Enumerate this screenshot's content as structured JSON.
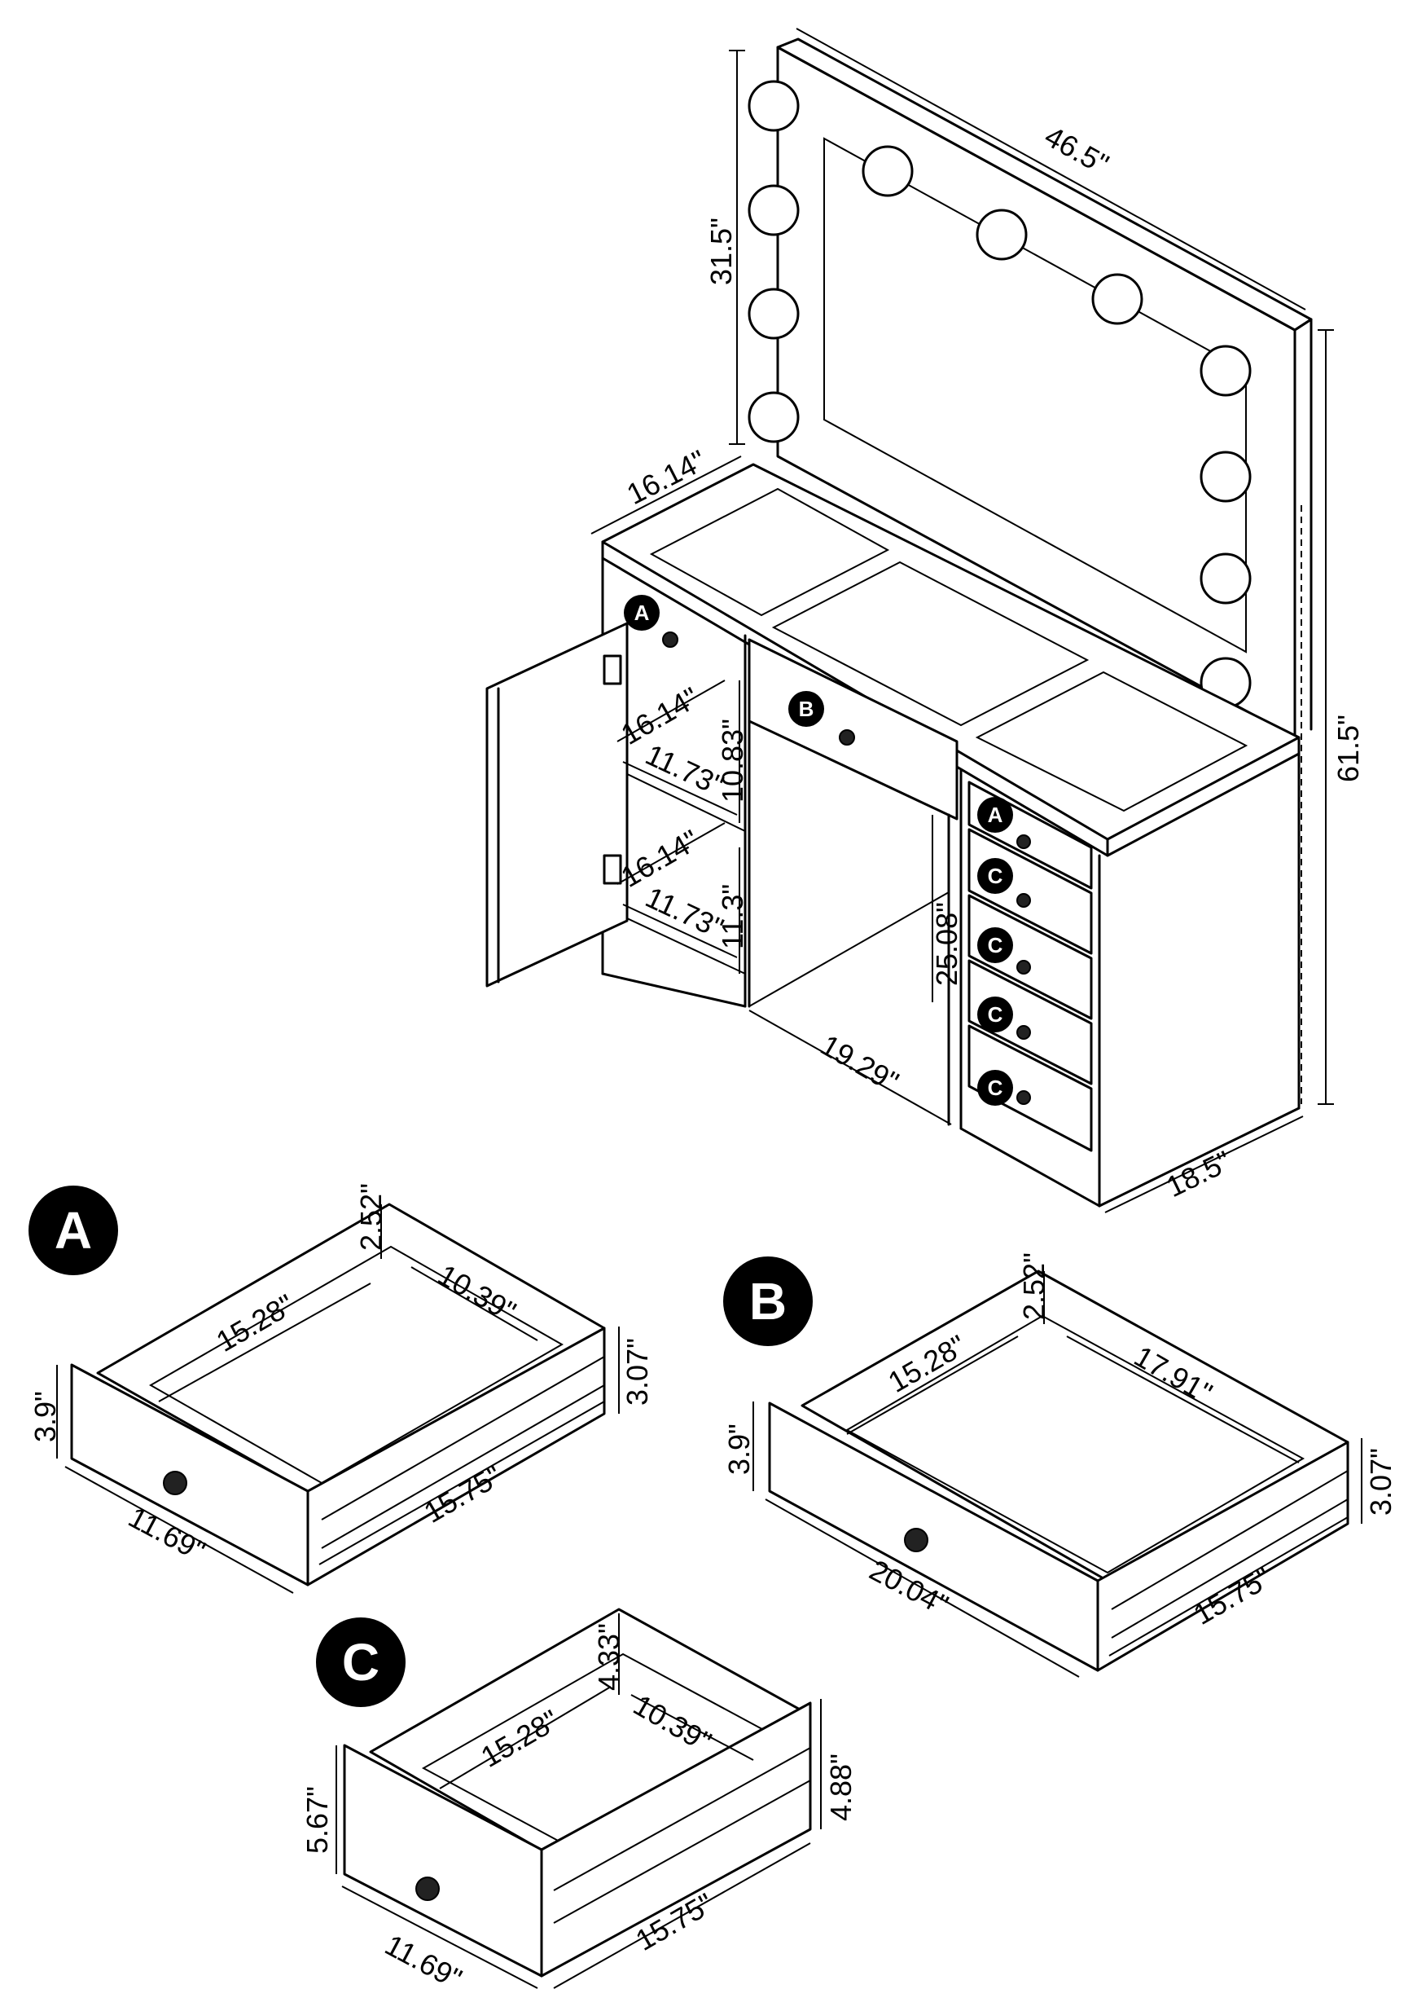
{
  "vanity": {
    "dims": {
      "mirror_width": "46.5\"",
      "mirror_height": "31.5\"",
      "total_height": "61.5\"",
      "top_depth": "16.14\"",
      "cabinet_depth": "18.5\"",
      "knee_width": "19.29\"",
      "knee_height": "25.08\"",
      "shelf_upper_height": "10.83\"",
      "shelf_upper_depth": "16.14\"",
      "shelf_upper_width": "11.73\"",
      "shelf_lower_height": "11.3\"",
      "shelf_lower_depth": "16.14\"",
      "shelf_lower_width": "11.73\""
    },
    "drawer_badges": [
      "A",
      "B",
      "A",
      "C",
      "C",
      "C",
      "C"
    ]
  },
  "drawer_a": {
    "badge": "A",
    "dims": {
      "inner_height": "2.52\"",
      "inner_width": "10.39\"",
      "inner_depth": "15.28\"",
      "side_height": "3.07\"",
      "front_height": "3.9\"",
      "front_width": "11.69\"",
      "depth": "15.75\""
    }
  },
  "drawer_b": {
    "badge": "B",
    "dims": {
      "inner_height": "2.52\"",
      "inner_width": "17.91\"",
      "inner_depth": "15.28\"",
      "side_height": "3.07\"",
      "front_height": "3.9\"",
      "front_width": "20.04\"",
      "depth": "15.75\""
    }
  },
  "drawer_c": {
    "badge": "C",
    "dims": {
      "inner_height": "4.33\"",
      "inner_width": "10.39\"",
      "inner_depth": "15.28\"",
      "side_height": "4.88\"",
      "front_height": "5.67\"",
      "front_width": "11.69\"",
      "depth": "15.75\""
    }
  }
}
